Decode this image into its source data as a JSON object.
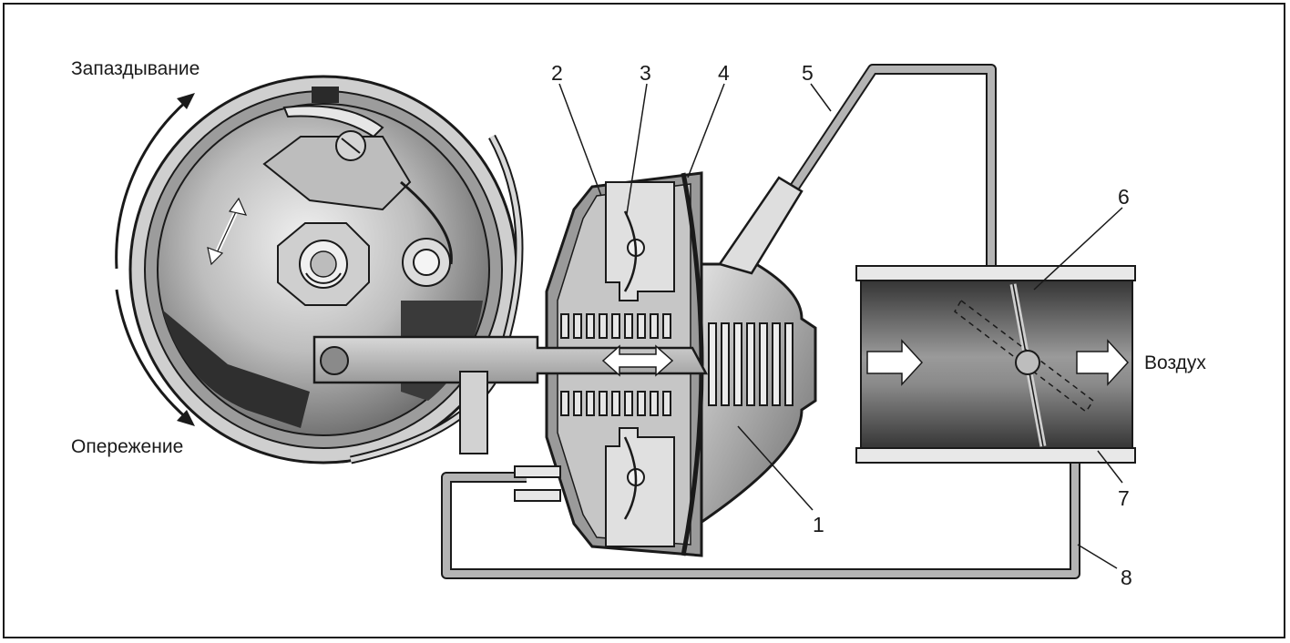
{
  "labels": {
    "retard": "Запаздывание",
    "advance": "Опережение",
    "air": "Воздух"
  },
  "callouts": {
    "n1": "1",
    "n2": "2",
    "n3": "3",
    "n4": "4",
    "n5": "5",
    "n6": "6",
    "n7": "7",
    "n8": "8"
  },
  "colors": {
    "line": "#1a1a1a",
    "tube": "#b4b4b4",
    "dark": "#3a3a3a",
    "mid": "#7c7c7c",
    "light": "#d6d6d6"
  }
}
